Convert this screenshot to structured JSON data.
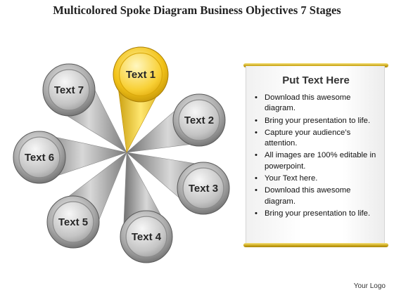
{
  "title": "Multicolored Spoke Diagram Business Objectives 7 Stages",
  "nodes": [
    {
      "label": "Text 1"
    },
    {
      "label": "Text 2"
    },
    {
      "label": "Text 3"
    },
    {
      "label": "Text 4"
    },
    {
      "label": "Text 5"
    },
    {
      "label": "Text 6"
    },
    {
      "label": "Text 7"
    }
  ],
  "panel": {
    "heading": "Put Text Here",
    "bullets": [
      "Download this awesome diagram.",
      "Bring your presentation to life.",
      "Capture your audience’s attention.",
      "All images are 100% editable in powerpoint.",
      "Your Text here.",
      "Download this awesome diagram.",
      "Bring your presentation to life."
    ]
  },
  "logo": "Your Logo",
  "colors": {
    "highlight": "#f2c218",
    "spoke": "#9a9a9a",
    "panel_rod": "#c9a416"
  }
}
